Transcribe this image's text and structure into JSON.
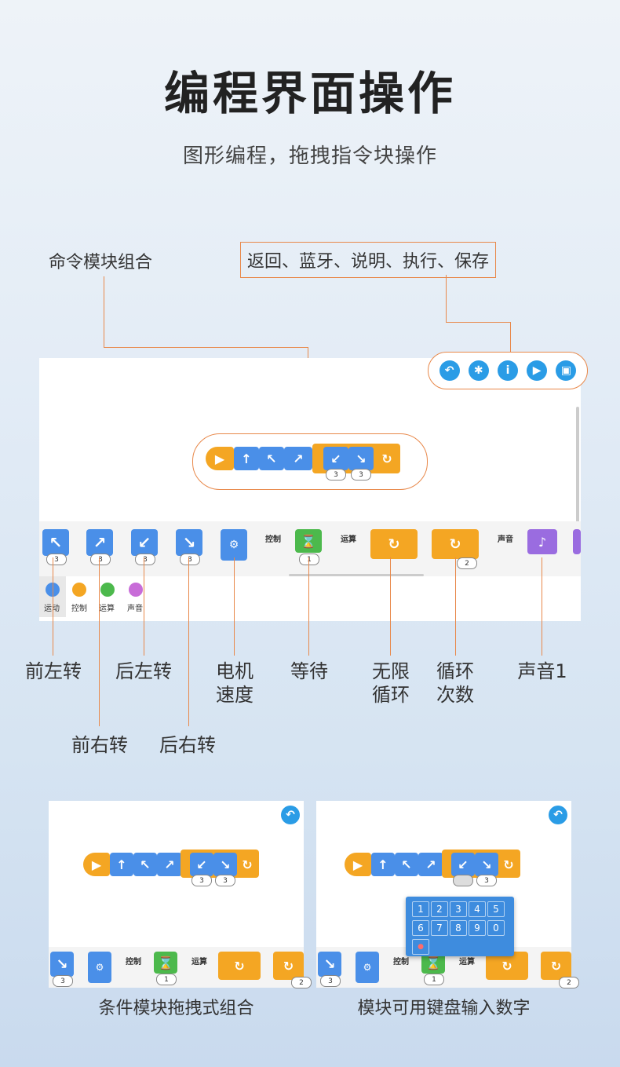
{
  "header": {
    "title": "编程界面操作",
    "subtitle": "图形编程，拖拽指令块操作"
  },
  "callouts": {
    "combo": "命令模块组合",
    "toolbar": "返回、蓝牙、说明、执行、保存"
  },
  "toolbar_icons": [
    "back-icon",
    "bluetooth-icon",
    "info-icon",
    "play-icon",
    "save-icon"
  ],
  "toolbar_glyphs": {
    "back": "↶",
    "bluetooth": "✱",
    "info": "i",
    "play": "▶",
    "save": "▣"
  },
  "script_blocks": {
    "glyphs": [
      "▶",
      "↑",
      "↖",
      "↗",
      "↙",
      "↘",
      "↻"
    ],
    "repeat_counts": [
      "3",
      "3"
    ]
  },
  "palette": {
    "blocks": [
      {
        "name": "forward-left",
        "glyph": "↖",
        "count": "3"
      },
      {
        "name": "forward-right",
        "glyph": "↗",
        "count": "3"
      },
      {
        "name": "back-left",
        "glyph": "↙",
        "count": "3"
      },
      {
        "name": "back-right",
        "glyph": "↘",
        "count": "3"
      }
    ],
    "section_control": "控制",
    "section_math": "运算",
    "section_sound": "声音",
    "wait_count": "1",
    "loop_count": "2"
  },
  "categories": [
    {
      "label": "运动",
      "color": "#4a8fe8"
    },
    {
      "label": "控制",
      "color": "#f4a623"
    },
    {
      "label": "运算",
      "color": "#4cb94c"
    },
    {
      "label": "声音",
      "color": "#c86cd8"
    }
  ],
  "labels": {
    "forward_left": "前左转",
    "forward_right": "前右转",
    "back_left": "后左转",
    "back_right": "后右转",
    "motor_speed_1": "电机",
    "motor_speed_2": "速度",
    "wait": "等待",
    "infinite_1": "无限",
    "infinite_2": "循环",
    "loop_1": "循环",
    "loop_2": "次数",
    "sound": "声音1"
  },
  "bottom_left": {
    "caption": "条件模块拖拽式组合",
    "section_control": "控制",
    "section_math": "运算",
    "counts": [
      "3",
      "3"
    ],
    "palette_counts": [
      "3",
      "1",
      "2"
    ]
  },
  "bottom_right": {
    "caption": "模块可用键盘输入数字",
    "section_control": "控制",
    "section_math": "运算",
    "counts": [
      "3"
    ],
    "palette_counts": [
      "3",
      "1",
      "2"
    ],
    "keypad": [
      "1",
      "2",
      "3",
      "4",
      "5",
      "6",
      "7",
      "8",
      "9",
      "0"
    ]
  },
  "colors": {
    "accent": "#e8884a",
    "blue": "#4a8fe8",
    "orange": "#f4a623",
    "green": "#4cb94c",
    "purple": "#9a6ce0",
    "toolbar": "#2a9ce6"
  }
}
